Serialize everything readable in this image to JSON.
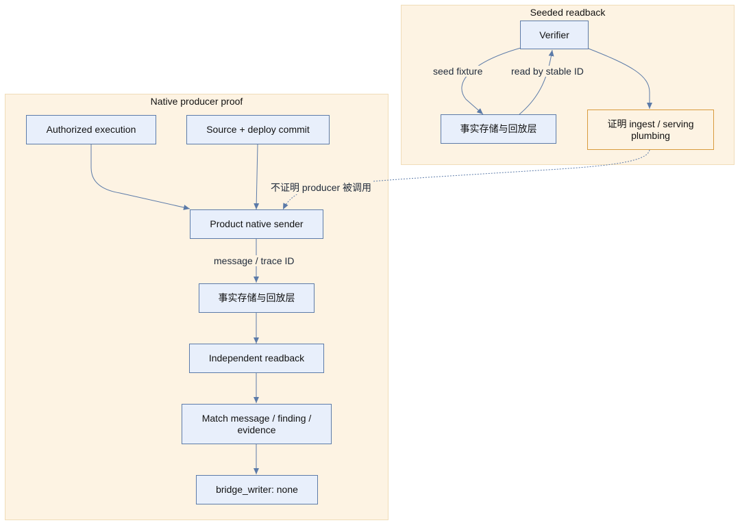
{
  "clusters": {
    "native": {
      "title": "Native producer proof"
    },
    "seeded": {
      "title": "Seeded readback"
    }
  },
  "nodes": {
    "authorized_execution": "Authorized execution",
    "source_deploy_commit": "Source + deploy commit",
    "product_native_sender": "Product native sender",
    "fact_store_native": "事实存储与回放层",
    "independent_readback": "Independent readback",
    "match_evidence": "Match message / finding / evidence",
    "bridge_writer": "bridge_writer: none",
    "verifier": "Verifier",
    "fact_store_seeded": "事实存储与回放层",
    "proves_ingest": "证明 ingest / serving plumbing"
  },
  "edge_labels": {
    "message_trace_id": "message / trace ID",
    "seed_fixture": "seed fixture",
    "read_by_stable_id": "read by stable ID",
    "not_proves_producer": "不证明 producer 被调用"
  },
  "colors": {
    "node_fill": "#e8effb",
    "node_border": "#5b7aa8",
    "cluster_fill": "#fdf3e3",
    "highlight_border": "#d89a3c",
    "edge": "#5b7aa8"
  }
}
